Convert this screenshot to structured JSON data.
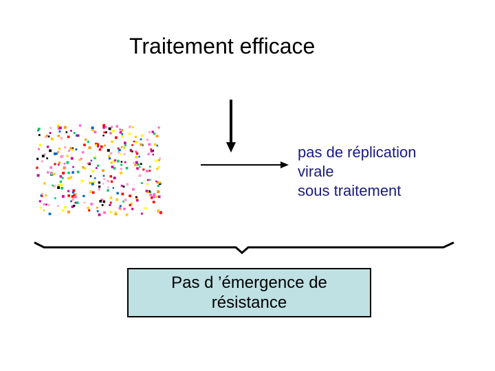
{
  "slide": {
    "title": "Traitement efficace"
  },
  "result": {
    "lines": [
      "pas de réplication",
      "virale",
      "sous traitement"
    ]
  },
  "conclusion": {
    "lines": [
      "Pas d ’émergence de",
      "résistance"
    ]
  },
  "colors": {
    "result_text": "#1a1a80",
    "box_fill": "#bfe1e4",
    "dots": [
      "#ff0000",
      "#000000",
      "#ffff00",
      "#ff66cc",
      "#ffcc00",
      "#0066cc",
      "#00cc66",
      "#ff9900",
      "#cc0099",
      "#ffaacc"
    ]
  }
}
